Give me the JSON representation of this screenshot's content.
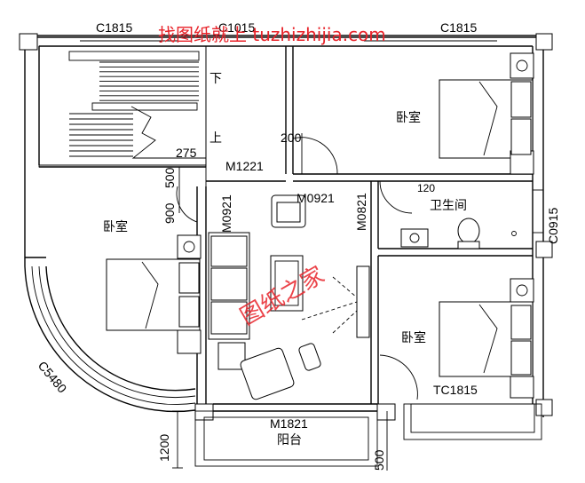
{
  "watermark": {
    "top_text": "找图纸就上 tuzhizhijia.com",
    "center_text": "图纸之家",
    "color": "#e8232a"
  },
  "rooms": {
    "bedroom_ne": "卧室",
    "bedroom_w": "卧室",
    "bedroom_se": "卧室",
    "bathroom": "卫生间",
    "balcony": "阳台"
  },
  "stair_labels": {
    "down": "下",
    "up": "上"
  },
  "windows": {
    "w1": "C1815",
    "w2": "C1015",
    "w3": "C1815",
    "bath": "C0915",
    "curved": "C5480",
    "tc": "TC1815"
  },
  "doors": {
    "m1221": "M1221",
    "m0921_a": "M0921",
    "m0921_b": "M0921",
    "m0821": "M0821",
    "m1821": "M1821"
  },
  "dimensions": {
    "d200": "200",
    "d275": "275",
    "d500": "500",
    "d900": "900",
    "d1200": "1200",
    "d120": "120",
    "d500b": "500"
  },
  "colors": {
    "line": "#000000",
    "accent": "#e8232a"
  }
}
